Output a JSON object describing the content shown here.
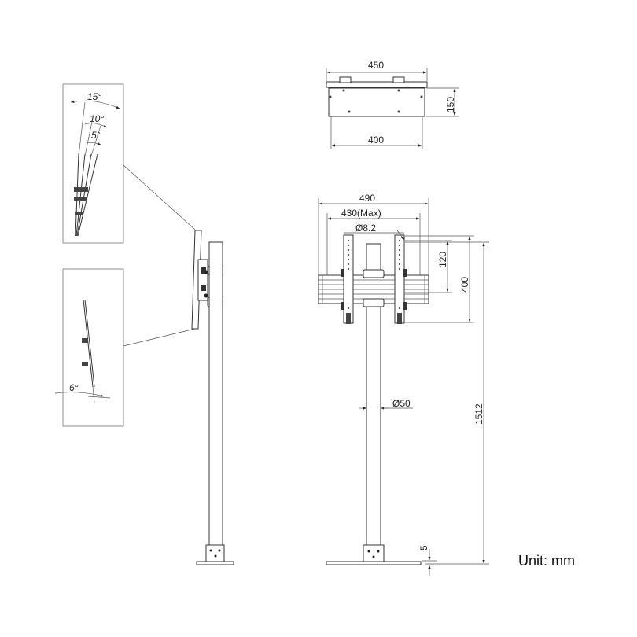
{
  "diagram": {
    "unit_label": "Unit: mm",
    "top_view": {
      "width_outer": "450",
      "depth": "150",
      "width_inner": "400"
    },
    "front_view": {
      "overall_width": "490",
      "mount_width_max": "430(Max)",
      "hole_diameter": "Ø8.2",
      "rail_spacing": "120",
      "vertical_range": "400",
      "pole_diameter": "Ø50",
      "total_height": "1512",
      "base_thickness": "5"
    },
    "tilt_detail": {
      "tilt_angles": [
        "15°",
        "10°",
        "5°"
      ],
      "forward_tilt": "6°"
    }
  }
}
